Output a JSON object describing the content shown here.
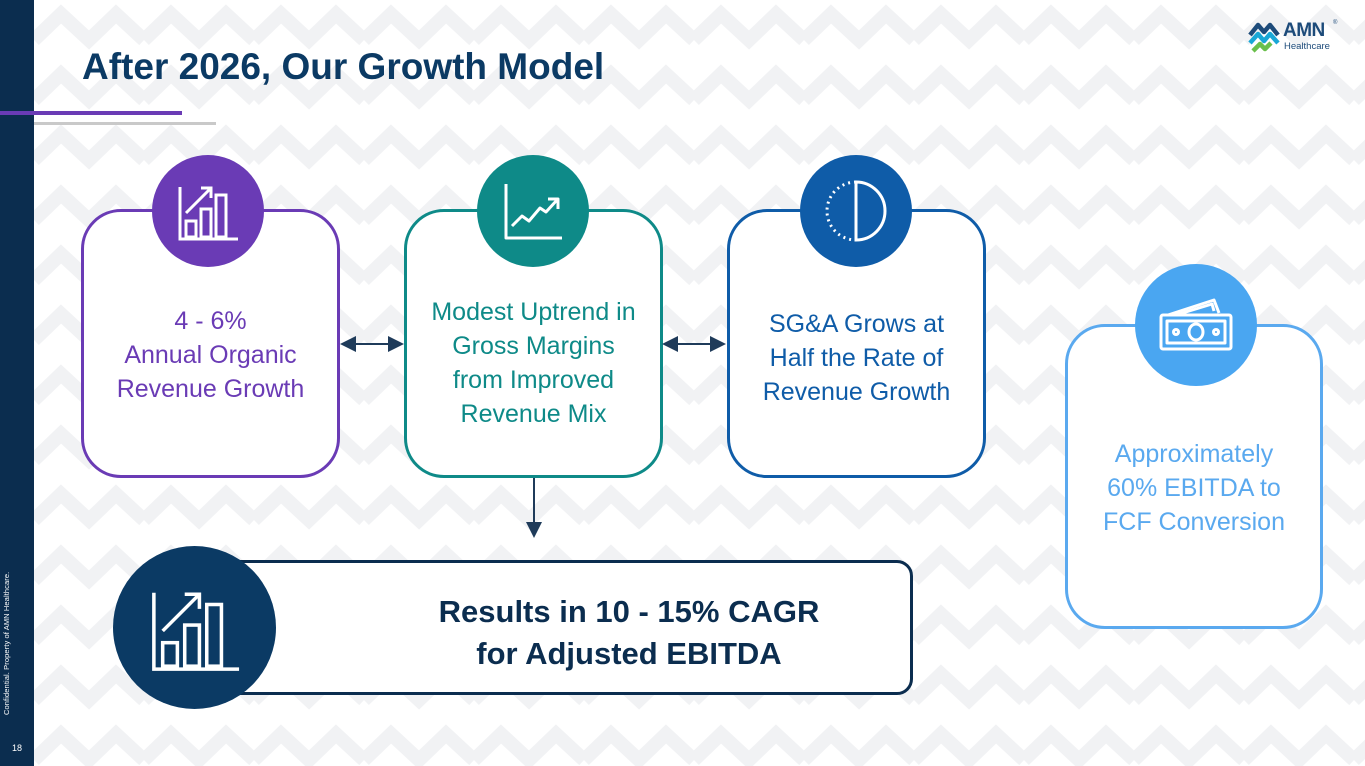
{
  "slide": {
    "title": "After 2026, Our Growth Model",
    "confidential": "Confidential. Property of AMN Healthcare.",
    "page_number": "18"
  },
  "logo": {
    "name": "AMN",
    "sub": "Healthcare",
    "reg": "®"
  },
  "cards": [
    {
      "lines": [
        "4 - 6%",
        "Annual Organic",
        "Revenue Growth"
      ],
      "icon": "growth-bar-chart-icon",
      "color": "#6a3bb5"
    },
    {
      "lines": [
        "Modest Uptrend in",
        "Gross Margins",
        "from Improved",
        "Revenue Mix"
      ],
      "icon": "line-uptrend-icon",
      "color": "#0e8a88"
    },
    {
      "lines": [
        "SG&A Grows at",
        "Half the Rate of",
        "Revenue Growth"
      ],
      "icon": "half-circle-icon",
      "color": "#0f5ca8"
    },
    {
      "lines": [
        "Approximately",
        "60% EBITDA to",
        "FCF Conversion"
      ],
      "icon": "cash-icon",
      "color": "#5aa9ef"
    }
  ],
  "result": {
    "lines": [
      "Results in 10 - 15% CAGR",
      "for Adjusted EBITDA"
    ],
    "icon": "growth-bar-chart-icon",
    "color": "#0b2d4f"
  }
}
